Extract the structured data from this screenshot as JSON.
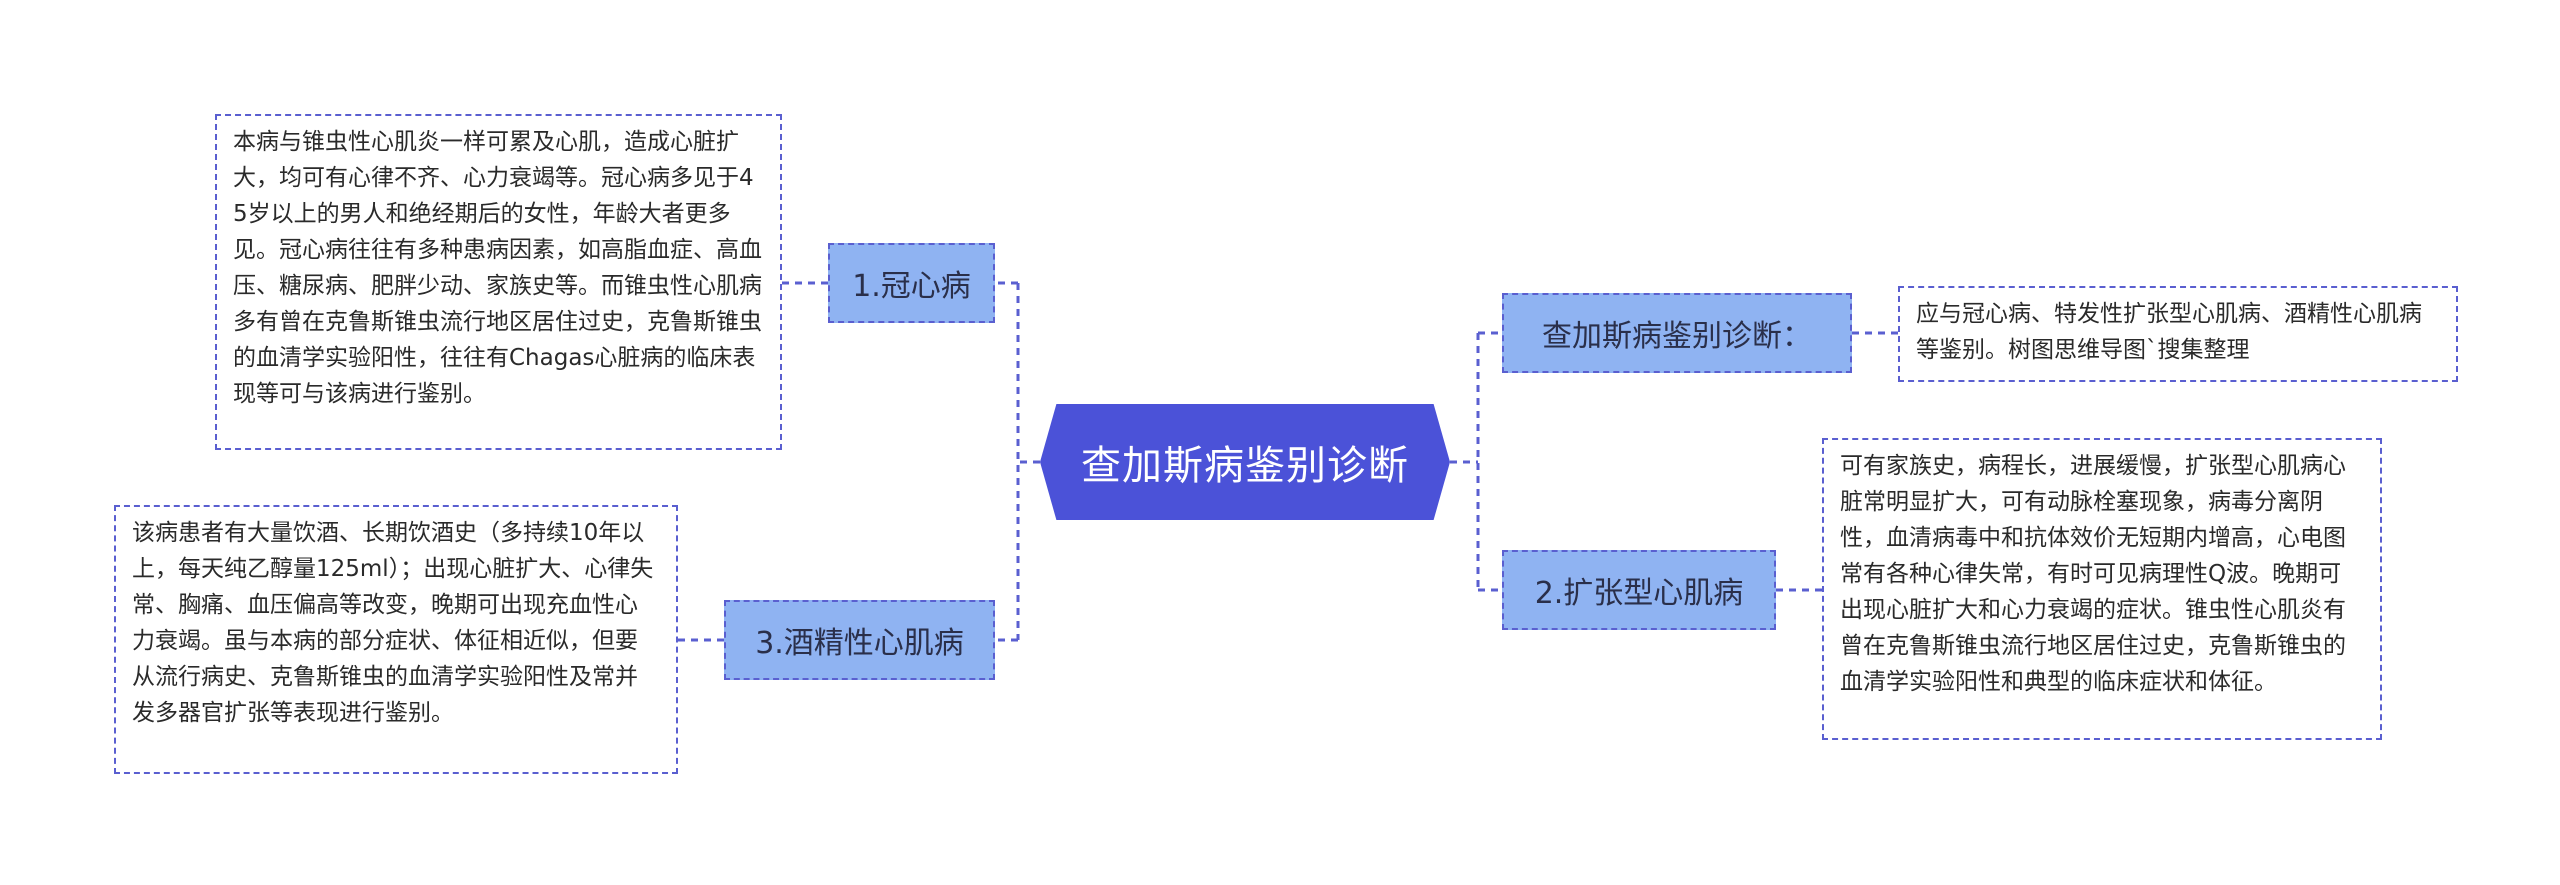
{
  "root": {
    "title": "查加斯病鉴别诊断"
  },
  "branches": {
    "cad": {
      "label": "1.冠心病",
      "detail": "本病与锥虫性心肌炎一样可累及心肌，造成心脏扩大，均可有心律不齐、心力衰竭等。冠心病多见于45岁以上的男人和绝经期后的女性，年龄大者更多见。冠心病往往有多种患病因素，如高脂血症、高血压、糖尿病、肥胖少动、家族史等。而锥虫性心肌病多有曾在克鲁斯锥虫流行地区居住过史，克鲁斯锥虫的血清学实验阳性，往往有Chagas心脏病的临床表现等可与该病进行鉴别。"
    },
    "alcohol": {
      "label": "3.酒精性心肌病",
      "detail": "该病患者有大量饮酒、长期饮酒史（多持续10年以上，每天纯乙醇量125ml）；出现心脏扩大、心律失常、胸痛、血压偏高等改变，晚期可出现充血性心力衰竭。虽与本病的部分症状、体征相近似，但要从流行病史、克鲁斯锥虫的血清学实验阳性及常并发多器官扩张等表现进行鉴别。"
    },
    "summary": {
      "label": "查加斯病鉴别诊断：",
      "detail": "应与冠心病、特发性扩张型心肌病、酒精性心肌病等鉴别。树图思维导图`搜集整理"
    },
    "dcm": {
      "label": "2.扩张型心肌病",
      "detail": "可有家族史，病程长，进展缓慢，扩张型心肌病心脏常明显扩大，可有动脉栓塞现象，病毒分离阴性，血清病毒中和抗体效价无短期内增高，心电图常有各种心律失常，有时可见病理性Q波。晚期可出现心脏扩大和心力衰竭的症状。锥虫性心肌炎有曾在克鲁斯锥虫流行地区居住过史，克鲁斯锥虫的血清学实验阳性和典型的临床症状和体征。"
    }
  },
  "colors": {
    "root_fill": "#4b52d8",
    "branch_fill": "#8fb3f2",
    "border": "#5a5fd0",
    "connector": "#5a5fd0"
  }
}
